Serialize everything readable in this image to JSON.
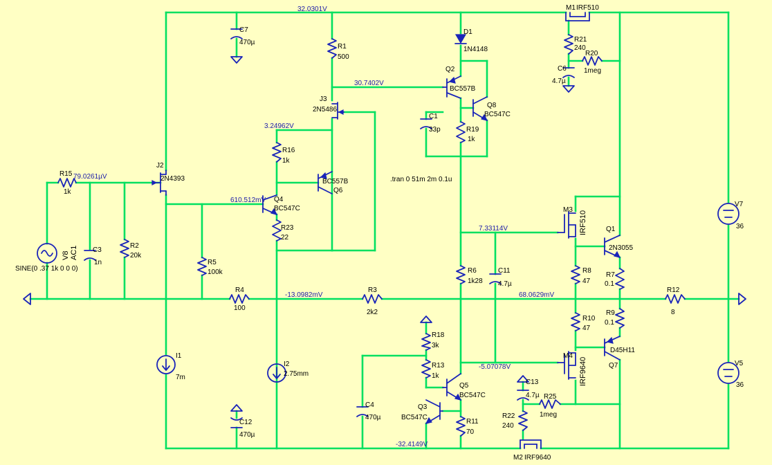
{
  "nodes": {
    "v_rail_pos": "32.0301V",
    "v_r1": "30.7402V",
    "v_j3": "3.24962V",
    "v_q4b": "610.512mV",
    "v_r15": "79.0261µV",
    "v_neg_fb": "-13.0982mV",
    "v_bias_top": "7.33114V",
    "v_out": "68.0629mV",
    "v_bias_bot": "-5.07078V",
    "v_rail_neg": "-32.4149V"
  },
  "parts": {
    "M1": {
      "ref": "M1",
      "value": "IRF510"
    },
    "D1": {
      "ref": "D1",
      "value": "1N4148"
    },
    "R21": {
      "ref": "R21",
      "value": "240"
    },
    "R20": {
      "ref": "R20",
      "value": "1meg"
    },
    "C6": {
      "ref": "C6",
      "value": "4.7µ"
    },
    "C7": {
      "ref": "C7",
      "value": "470µ"
    },
    "R1": {
      "ref": "R1",
      "value": "500"
    },
    "J3": {
      "ref": "J3",
      "value": "2N5486"
    },
    "Q2": {
      "ref": "Q2",
      "value": "BC557B"
    },
    "Q8": {
      "ref": "Q8",
      "value": "BC547C"
    },
    "C1": {
      "ref": "C1",
      "value": "33p"
    },
    "R19": {
      "ref": "R19",
      "value": "1k"
    },
    "R16": {
      "ref": "R16",
      "value": "1k"
    },
    "Q6": {
      "ref": "Q6",
      "value": "BC557B"
    },
    "J2": {
      "ref": "J2",
      "value": "2N4393"
    },
    "R15": {
      "ref": "R15",
      "value": "1k"
    },
    "Q4": {
      "ref": "Q4",
      "value": "BC547C"
    },
    "R23": {
      "ref": "R23",
      "value": "22"
    },
    "V8": {
      "ref": "V8",
      "value": "AC1",
      "spec": "SINE(0 .37 1k 0 0 0)"
    },
    "C3": {
      "ref": "C3",
      "value": "1n"
    },
    "R2": {
      "ref": "R2",
      "value": "20k"
    },
    "R5": {
      "ref": "R5",
      "value": "100k"
    },
    "R4": {
      "ref": "R4",
      "value": "100"
    },
    "R3": {
      "ref": "R3",
      "value": "2k2"
    },
    "M3": {
      "ref": "M3",
      "value": "IRF510"
    },
    "Q1": {
      "ref": "Q1",
      "value": "2N3055"
    },
    "R6": {
      "ref": "R6",
      "value": "1k28"
    },
    "C11": {
      "ref": "C11",
      "value": "4.7µ"
    },
    "R8": {
      "ref": "R8",
      "value": "47"
    },
    "R7": {
      "ref": "R7",
      "value": "0.1"
    },
    "R12": {
      "ref": "R12",
      "value": "8"
    },
    "V7": {
      "ref": "V7",
      "value": "36"
    },
    "V5": {
      "ref": "V5",
      "value": "36"
    },
    "R9": {
      "ref": "R9",
      "value": "0.1"
    },
    "R10": {
      "ref": "R10",
      "value": "47"
    },
    "Q7": {
      "ref": "Q7",
      "value": "D45H11"
    },
    "M4": {
      "ref": "M4",
      "value": "IRF9640"
    },
    "R18": {
      "ref": "R18",
      "value": "3k"
    },
    "R13": {
      "ref": "R13",
      "value": "1k"
    },
    "Q5": {
      "ref": "Q5",
      "value": "BC547C"
    },
    "Q3": {
      "ref": "Q3",
      "value": "BC547C"
    },
    "R11": {
      "ref": "R11",
      "value": "70"
    },
    "C4": {
      "ref": "C4",
      "value": "470µ"
    },
    "I1": {
      "ref": "I1",
      "value": "7m"
    },
    "I2": {
      "ref": "I2",
      "value": "2.75mm"
    },
    "C12": {
      "ref": "C12",
      "value": "470µ"
    },
    "C13": {
      "ref": "C13",
      "value": "4.7µ"
    },
    "R25": {
      "ref": "R25",
      "value": "1meg"
    },
    "R22": {
      "ref": "R22",
      "value": "240"
    },
    "M2": {
      "ref": "M2",
      "value": "IRF9640"
    }
  },
  "directive": ".tran 0 51m 2m 0.1u",
  "colors": {
    "background": "#FFFFC4",
    "wire": "#00E060",
    "component": "#1A24B8",
    "node_label": "#1C1CA8"
  }
}
